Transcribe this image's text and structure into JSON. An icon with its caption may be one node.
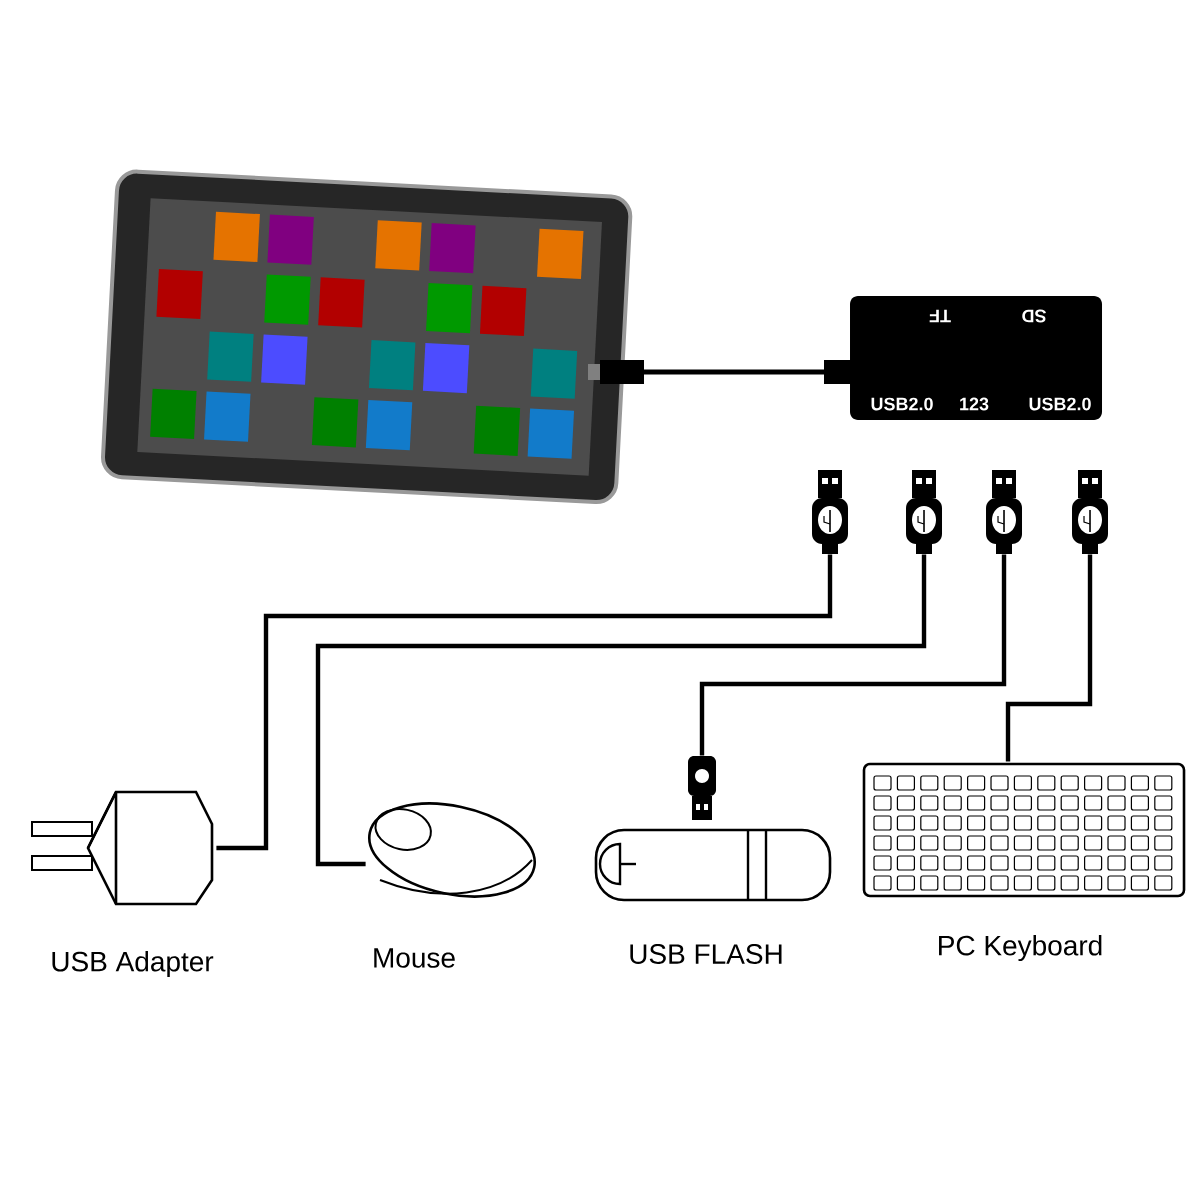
{
  "diagram": {
    "nodes": [
      {
        "text": [
          "TF",
          "SD",
          "USB2.0",
          "123",
          "USB2.0"
        ]
      },
      {
        "text": [],
        "shape": "plug"
      },
      {
        "text": [],
        "shape": "plug"
      },
      {
        "text": [],
        "shape": "plug"
      },
      {
        "text": [],
        "shape": "plug"
      },
      {
        "text": [],
        "shape": "picture",
        "beside": [
          "USB Adapter"
        ]
      },
      {
        "text": [],
        "shape": "picture",
        "beside": [
          "Mouse"
        ]
      },
      {
        "text": [],
        "shape": "picture",
        "beside": [
          "USB FLASH"
        ]
      },
      {
        "text": [],
        "shape": "picture",
        "beside": [
          "PC Keyboard"
        ]
      }
    ],
    "edges": [
      {
        "from": 1,
        "to": 5,
        "arrow": "none"
      },
      {
        "from": 2,
        "to": 6,
        "arrow": "none"
      },
      {
        "from": 3,
        "to": 7,
        "arrow": "none"
      },
      {
        "from": 4,
        "to": 8,
        "arrow": "none"
      }
    ]
  }
}
